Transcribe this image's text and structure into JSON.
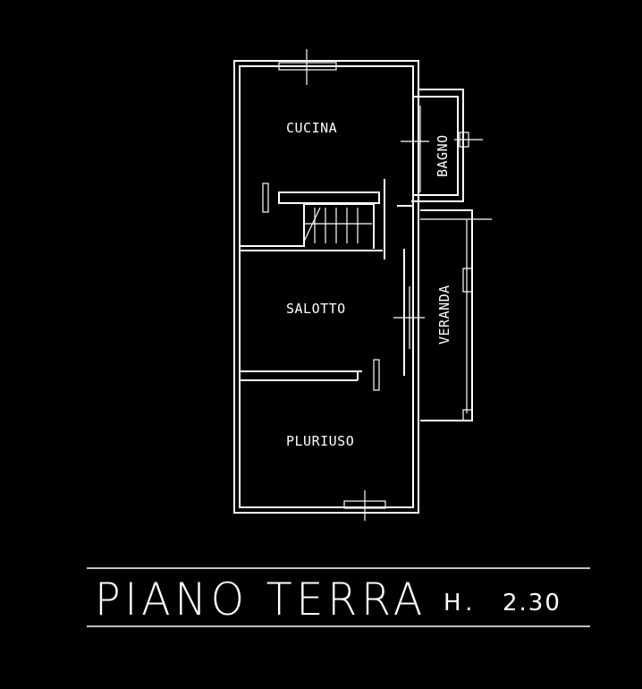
{
  "rooms": {
    "cucina": "CUCINA",
    "bagno": "BAGNO",
    "salotto": "SALOTTO",
    "veranda": "VERANDA",
    "pluriuso": "PLURIUSO"
  },
  "title": {
    "floor_name": "PIANO TERRA",
    "height_label": "H.",
    "height_value": "2.30"
  },
  "colors": {
    "background": "#000000",
    "lines": "#ffffff"
  }
}
